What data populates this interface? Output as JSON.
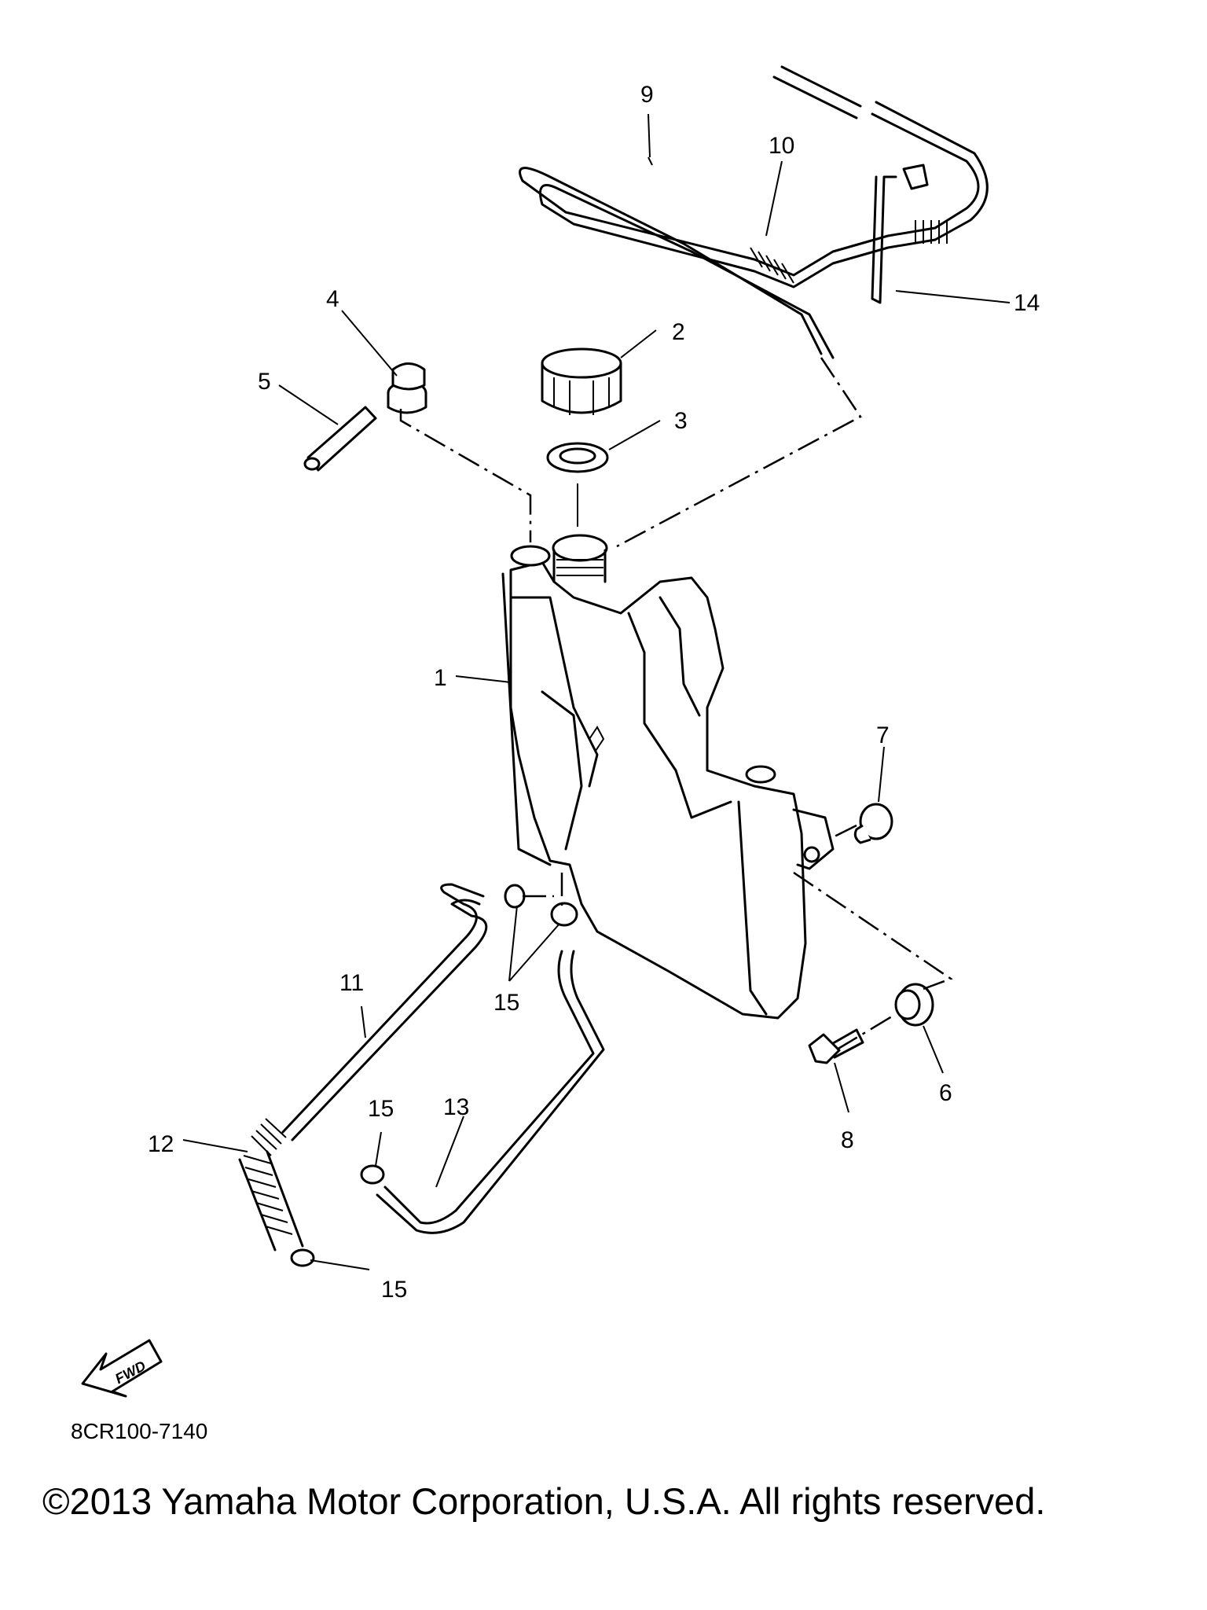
{
  "diagram": {
    "callouts": [
      {
        "id": "c1",
        "label": "1"
      },
      {
        "id": "c2",
        "label": "2"
      },
      {
        "id": "c3",
        "label": "3"
      },
      {
        "id": "c4",
        "label": "4"
      },
      {
        "id": "c5",
        "label": "5"
      },
      {
        "id": "c6",
        "label": "6"
      },
      {
        "id": "c7",
        "label": "7"
      },
      {
        "id": "c8",
        "label": "8"
      },
      {
        "id": "c9",
        "label": "9"
      },
      {
        "id": "c10",
        "label": "10"
      },
      {
        "id": "c11",
        "label": "11"
      },
      {
        "id": "c12",
        "label": "12"
      },
      {
        "id": "c13",
        "label": "13"
      },
      {
        "id": "c14",
        "label": "14"
      },
      {
        "id": "c15a",
        "label": "15"
      },
      {
        "id": "c15b",
        "label": "15"
      },
      {
        "id": "c15c",
        "label": "15"
      }
    ],
    "fwd_label": "FWD",
    "drawing_code": "8CR100-7140"
  },
  "footer": {
    "copyright": "©2013 Yamaha Motor Corporation, U.S.A. All rights reserved."
  }
}
